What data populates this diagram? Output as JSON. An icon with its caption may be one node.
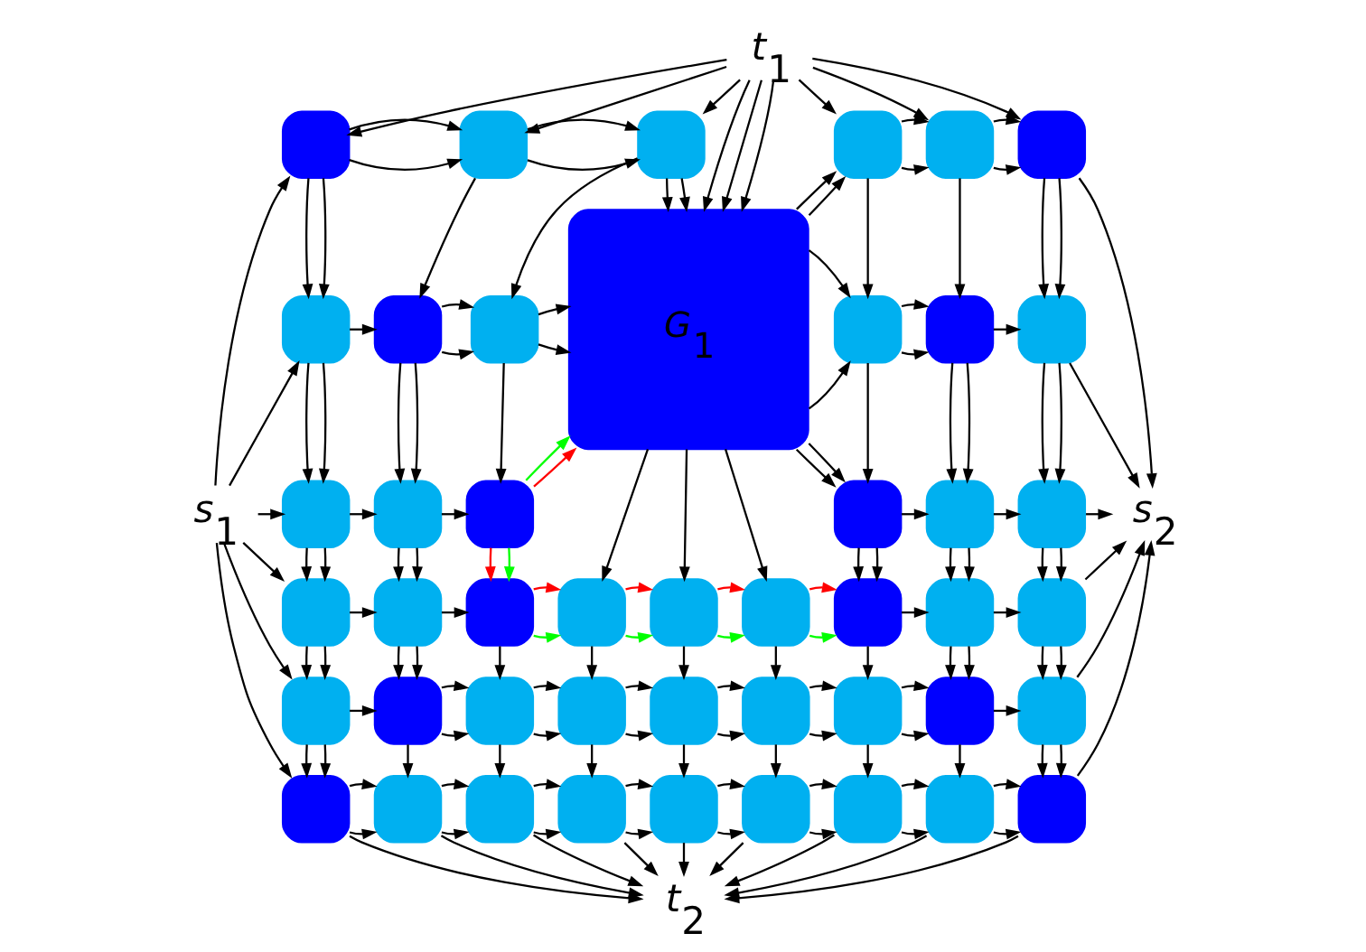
{
  "diagram": {
    "nodes": [
      {
        "text": [
          "t$_{1}$"
        ]
      },
      {
        "text": [],
        "shape": "box"
      },
      {
        "text": [],
        "shape": "box"
      },
      {
        "text": [],
        "shape": "box"
      },
      {
        "text": [
          "G$_{1}$"
        ]
      },
      {
        "text": [],
        "shape": "box"
      },
      {
        "text": [],
        "shape": "box"
      },
      {
        "text": [],
        "shape": "box"
      },
      {
        "text": [],
        "shape": "box"
      },
      {
        "text": [],
        "shape": "box"
      },
      {
        "text": [],
        "shape": "box"
      },
      {
        "text": [],
        "shape": "box"
      },
      {
        "text": [],
        "shape": "box"
      },
      {
        "text": [],
        "shape": "box"
      },
      {
        "text": [],
        "shape": "box"
      },
      {
        "text": [],
        "shape": "box"
      },
      {
        "text": [],
        "shape": "box"
      },
      {
        "text": [],
        "shape": "box"
      },
      {
        "text": [],
        "shape": "box"
      },
      {
        "text": [],
        "shape": "box"
      },
      {
        "text": [
          "s$_{1}$"
        ]
      },
      {
        "text": [
          "s$_{2}$"
        ]
      },
      {
        "text": [],
        "shape": "box"
      },
      {
        "text": [],
        "shape": "box"
      },
      {
        "text": [],
        "shape": "box"
      },
      {
        "text": [],
        "shape": "box"
      },
      {
        "text": [],
        "shape": "box"
      },
      {
        "text": [],
        "shape": "box"
      },
      {
        "text": [],
        "shape": "box"
      },
      {
        "text": [],
        "shape": "box"
      },
      {
        "text": [],
        "shape": "box"
      },
      {
        "text": [],
        "shape": "box"
      },
      {
        "text": [],
        "shape": "box"
      },
      {
        "text": [],
        "shape": "box"
      },
      {
        "text": [],
        "shape": "box"
      },
      {
        "text": [],
        "shape": "box"
      },
      {
        "text": [],
        "shape": "box"
      },
      {
        "text": [],
        "shape": "box"
      },
      {
        "text": [],
        "shape": "box"
      },
      {
        "text": [],
        "shape": "box"
      },
      {
        "text": [],
        "shape": "box"
      },
      {
        "text": [],
        "shape": "box"
      },
      {
        "text": [],
        "shape": "box"
      },
      {
        "text": [],
        "shape": "box"
      },
      {
        "text": [],
        "shape": "box"
      },
      {
        "text": [],
        "shape": "box"
      },
      {
        "text": [],
        "shape": "box"
      },
      {
        "text": [],
        "shape": "box"
      },
      {
        "text": [],
        "shape": "box"
      },
      {
        "text": [
          "t$_{2}$"
        ]
      }
    ],
    "edges": [
      {
        "from": 0,
        "to": 1,
        "arrow": "to"
      },
      {
        "from": 0,
        "to": 2,
        "arrow": "to"
      },
      {
        "from": 0,
        "to": 3,
        "arrow": "to"
      },
      {
        "from": 0,
        "to": 4,
        "arrow": "to"
      },
      {
        "from": 0,
        "to": 4,
        "arrow": "to"
      },
      {
        "from": 0,
        "to": 4,
        "arrow": "to"
      },
      {
        "from": 0,
        "to": 5,
        "arrow": "to"
      },
      {
        "from": 0,
        "to": 6,
        "arrow": "to"
      },
      {
        "from": 0,
        "to": 7,
        "arrow": "to"
      },
      {
        "from": 20,
        "to": 1,
        "arrow": "to"
      },
      {
        "from": 20,
        "to": 8,
        "arrow": "to"
      },
      {
        "from": 20,
        "to": 14,
        "arrow": "to"
      },
      {
        "from": 20,
        "to": 22,
        "arrow": "to"
      },
      {
        "from": 20,
        "to": 31,
        "arrow": "to"
      },
      {
        "from": 20,
        "to": 40,
        "arrow": "to"
      },
      {
        "from": 1,
        "to": 2,
        "arrow": "to"
      },
      {
        "from": 1,
        "to": 2,
        "arrow": "to"
      },
      {
        "from": 2,
        "to": 3,
        "arrow": "to"
      },
      {
        "from": 2,
        "to": 3,
        "arrow": "to"
      },
      {
        "from": 3,
        "to": 4,
        "arrow": "to"
      },
      {
        "from": 3,
        "to": 4,
        "arrow": "to"
      },
      {
        "from": 4,
        "to": 5,
        "arrow": "to"
      },
      {
        "from": 4,
        "to": 5,
        "arrow": "to"
      },
      {
        "from": 5,
        "to": 6,
        "arrow": "to"
      },
      {
        "from": 5,
        "to": 6,
        "arrow": "to"
      },
      {
        "from": 6,
        "to": 7,
        "arrow": "to"
      },
      {
        "from": 6,
        "to": 7,
        "arrow": "to"
      },
      {
        "from": 7,
        "to": 21,
        "arrow": "to"
      },
      {
        "from": 8,
        "to": 9,
        "arrow": "to"
      },
      {
        "from": 9,
        "to": 10,
        "arrow": "to"
      },
      {
        "from": 9,
        "to": 10,
        "arrow": "to"
      },
      {
        "from": 10,
        "to": 4,
        "arrow": "to"
      },
      {
        "from": 10,
        "to": 4,
        "arrow": "to"
      },
      {
        "from": 4,
        "to": 11,
        "arrow": "to"
      },
      {
        "from": 4,
        "to": 11,
        "arrow": "to"
      },
      {
        "from": 11,
        "to": 12,
        "arrow": "to"
      },
      {
        "from": 11,
        "to": 12,
        "arrow": "to"
      },
      {
        "from": 12,
        "to": 13,
        "arrow": "to"
      },
      {
        "from": 13,
        "to": 21,
        "arrow": "to"
      },
      {
        "from": 14,
        "to": 15,
        "arrow": "to"
      },
      {
        "from": 15,
        "to": 16,
        "arrow": "to"
      },
      {
        "from": 16,
        "to": 4,
        "arrow": "to",
        "color": "#00ff00"
      },
      {
        "from": 16,
        "to": 4,
        "arrow": "to",
        "color": "#ff0000"
      },
      {
        "from": 4,
        "to": 17,
        "arrow": "to"
      },
      {
        "from": 4,
        "to": 17,
        "arrow": "to"
      },
      {
        "from": 17,
        "to": 18,
        "arrow": "to"
      },
      {
        "from": 18,
        "to": 19,
        "arrow": "to"
      },
      {
        "from": 19,
        "to": 21,
        "arrow": "to"
      },
      {
        "from": 22,
        "to": 23,
        "arrow": "to"
      },
      {
        "from": 23,
        "to": 24,
        "arrow": "to"
      },
      {
        "from": 24,
        "to": 25,
        "arrow": "to",
        "color": "#00ff00"
      },
      {
        "from": 24,
        "to": 25,
        "arrow": "to",
        "color": "#ff0000"
      },
      {
        "from": 25,
        "to": 26,
        "arrow": "to",
        "color": "#00ff00"
      },
      {
        "from": 25,
        "to": 26,
        "arrow": "to",
        "color": "#ff0000"
      },
      {
        "from": 26,
        "to": 27,
        "arrow": "to",
        "color": "#00ff00"
      },
      {
        "from": 26,
        "to": 27,
        "arrow": "to",
        "color": "#ff0000"
      },
      {
        "from": 27,
        "to": 28,
        "arrow": "to",
        "color": "#00ff00"
      },
      {
        "from": 27,
        "to": 28,
        "arrow": "to",
        "color": "#ff0000"
      },
      {
        "from": 28,
        "to": 29,
        "arrow": "to"
      },
      {
        "from": 29,
        "to": 30,
        "arrow": "to"
      },
      {
        "from": 30,
        "to": 21,
        "arrow": "to"
      },
      {
        "from": 31,
        "to": 32,
        "arrow": "to"
      },
      {
        "from": 32,
        "to": 33,
        "arrow": "to"
      },
      {
        "from": 32,
        "to": 33,
        "arrow": "to"
      },
      {
        "from": 33,
        "to": 34,
        "arrow": "to"
      },
      {
        "from": 33,
        "to": 34,
        "arrow": "to"
      },
      {
        "from": 34,
        "to": 35,
        "arrow": "to"
      },
      {
        "from": 34,
        "to": 35,
        "arrow": "to"
      },
      {
        "from": 35,
        "to": 36,
        "arrow": "to"
      },
      {
        "from": 35,
        "to": 36,
        "arrow": "to"
      },
      {
        "from": 36,
        "to": 37,
        "arrow": "to"
      },
      {
        "from": 36,
        "to": 37,
        "arrow": "to"
      },
      {
        "from": 37,
        "to": 38,
        "arrow": "to"
      },
      {
        "from": 37,
        "to": 38,
        "arrow": "to"
      },
      {
        "from": 38,
        "to": 39,
        "arrow": "to"
      },
      {
        "from": 39,
        "to": 21,
        "arrow": "to"
      },
      {
        "from": 40,
        "to": 41,
        "arrow": "to"
      },
      {
        "from": 40,
        "to": 41,
        "arrow": "to"
      },
      {
        "from": 41,
        "to": 42,
        "arrow": "to"
      },
      {
        "from": 41,
        "to": 42,
        "arrow": "to"
      },
      {
        "from": 42,
        "to": 43,
        "arrow": "to"
      },
      {
        "from": 42,
        "to": 43,
        "arrow": "to"
      },
      {
        "from": 43,
        "to": 44,
        "arrow": "to"
      },
      {
        "from": 43,
        "to": 44,
        "arrow": "to"
      },
      {
        "from": 44,
        "to": 45,
        "arrow": "to"
      },
      {
        "from": 44,
        "to": 45,
        "arrow": "to"
      },
      {
        "from": 45,
        "to": 46,
        "arrow": "to"
      },
      {
        "from": 45,
        "to": 46,
        "arrow": "to"
      },
      {
        "from": 46,
        "to": 47,
        "arrow": "to"
      },
      {
        "from": 46,
        "to": 47,
        "arrow": "to"
      },
      {
        "from": 47,
        "to": 48,
        "arrow": "to"
      },
      {
        "from": 47,
        "to": 48,
        "arrow": "to"
      },
      {
        "from": 48,
        "to": 21,
        "arrow": "to"
      },
      {
        "from": 1,
        "to": 8,
        "arrow": "to"
      },
      {
        "from": 1,
        "to": 8,
        "arrow": "to"
      },
      {
        "from": 2,
        "to": 9,
        "arrow": "to"
      },
      {
        "from": 3,
        "to": 10,
        "arrow": "to"
      },
      {
        "from": 5,
        "to": 11,
        "arrow": "to"
      },
      {
        "from": 6,
        "to": 12,
        "arrow": "to"
      },
      {
        "from": 7,
        "to": 13,
        "arrow": "to"
      },
      {
        "from": 7,
        "to": 13,
        "arrow": "to"
      },
      {
        "from": 8,
        "to": 14,
        "arrow": "to"
      },
      {
        "from": 8,
        "to": 14,
        "arrow": "to"
      },
      {
        "from": 9,
        "to": 15,
        "arrow": "to"
      },
      {
        "from": 9,
        "to": 15,
        "arrow": "to"
      },
      {
        "from": 10,
        "to": 16,
        "arrow": "to"
      },
      {
        "from": 11,
        "to": 17,
        "arrow": "to"
      },
      {
        "from": 12,
        "to": 18,
        "arrow": "to"
      },
      {
        "from": 12,
        "to": 18,
        "arrow": "to"
      },
      {
        "from": 13,
        "to": 19,
        "arrow": "to"
      },
      {
        "from": 13,
        "to": 19,
        "arrow": "to"
      },
      {
        "from": 14,
        "to": 22,
        "arrow": "to"
      },
      {
        "from": 14,
        "to": 22,
        "arrow": "to"
      },
      {
        "from": 15,
        "to": 23,
        "arrow": "to"
      },
      {
        "from": 15,
        "to": 23,
        "arrow": "to"
      },
      {
        "from": 16,
        "to": 24,
        "arrow": "to",
        "color": "#ff0000"
      },
      {
        "from": 16,
        "to": 24,
        "arrow": "to",
        "color": "#00ff00"
      },
      {
        "from": 4,
        "to": 25,
        "arrow": "to"
      },
      {
        "from": 4,
        "to": 26,
        "arrow": "to"
      },
      {
        "from": 4,
        "to": 27,
        "arrow": "to"
      },
      {
        "from": 17,
        "to": 28,
        "arrow": "to"
      },
      {
        "from": 17,
        "to": 28,
        "arrow": "to"
      },
      {
        "from": 18,
        "to": 29,
        "arrow": "to"
      },
      {
        "from": 18,
        "to": 29,
        "arrow": "to"
      },
      {
        "from": 19,
        "to": 30,
        "arrow": "to"
      },
      {
        "from": 19,
        "to": 30,
        "arrow": "to"
      },
      {
        "from": 22,
        "to": 31,
        "arrow": "to"
      },
      {
        "from": 22,
        "to": 31,
        "arrow": "to"
      },
      {
        "from": 23,
        "to": 32,
        "arrow": "to"
      },
      {
        "from": 23,
        "to": 32,
        "arrow": "to"
      },
      {
        "from": 24,
        "to": 33,
        "arrow": "to"
      },
      {
        "from": 25,
        "to": 34,
        "arrow": "to"
      },
      {
        "from": 26,
        "to": 35,
        "arrow": "to"
      },
      {
        "from": 27,
        "to": 36,
        "arrow": "to"
      },
      {
        "from": 28,
        "to": 37,
        "arrow": "to"
      },
      {
        "from": 29,
        "to": 38,
        "arrow": "to"
      },
      {
        "from": 29,
        "to": 38,
        "arrow": "to"
      },
      {
        "from": 30,
        "to": 39,
        "arrow": "to"
      },
      {
        "from": 30,
        "to": 39,
        "arrow": "to"
      },
      {
        "from": 31,
        "to": 40,
        "arrow": "to"
      },
      {
        "from": 31,
        "to": 40,
        "arrow": "to"
      },
      {
        "from": 32,
        "to": 41,
        "arrow": "to"
      },
      {
        "from": 33,
        "to": 42,
        "arrow": "to"
      },
      {
        "from": 34,
        "to": 43,
        "arrow": "to"
      },
      {
        "from": 35,
        "to": 44,
        "arrow": "to"
      },
      {
        "from": 36,
        "to": 45,
        "arrow": "to"
      },
      {
        "from": 37,
        "to": 46,
        "arrow": "to"
      },
      {
        "from": 38,
        "to": 47,
        "arrow": "to"
      },
      {
        "from": 39,
        "to": 48,
        "arrow": "to"
      },
      {
        "from": 39,
        "to": 48,
        "arrow": "to"
      },
      {
        "from": 40,
        "to": 49,
        "arrow": "to"
      },
      {
        "from": 41,
        "to": 49,
        "arrow": "to"
      },
      {
        "from": 42,
        "to": 49,
        "arrow": "to"
      },
      {
        "from": 43,
        "to": 49,
        "arrow": "to"
      },
      {
        "from": 44,
        "to": 49,
        "arrow": "to"
      },
      {
        "from": 45,
        "to": 49,
        "arrow": "to"
      },
      {
        "from": 46,
        "to": 49,
        "arrow": "to"
      },
      {
        "from": 47,
        "to": 49,
        "arrow": "to"
      },
      {
        "from": 48,
        "to": 49,
        "arrow": "to"
      }
    ]
  }
}
